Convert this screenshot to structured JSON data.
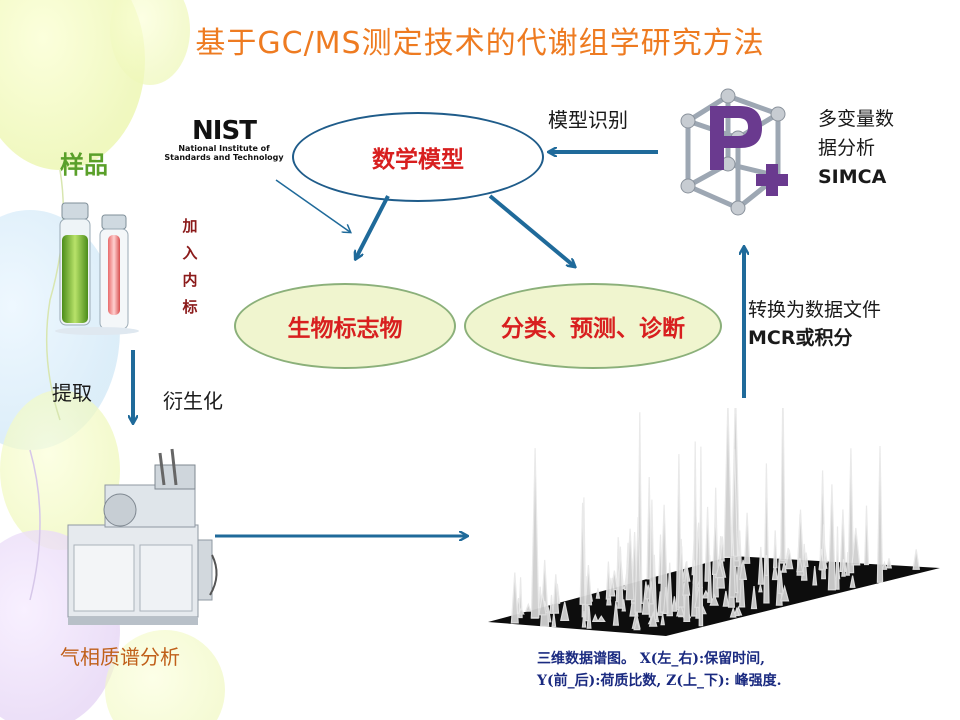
{
  "title": "基于GC/MS测定技术的代谢组学研究方法",
  "sample_label": "样品",
  "internal_standard": [
    "加",
    "入",
    "内",
    "标"
  ],
  "nist": {
    "logo": "NIST",
    "line1": "National Institute of",
    "line2": "Standards and Technology"
  },
  "extract_label": "提取",
  "derivatize_label": "衍生化",
  "gcms_label": "气相质谱分析",
  "model_oval": "数学模型",
  "biomarker_oval": "生物标志物",
  "classify_oval": "分类、预测、诊断",
  "pattern_label": "模型识别",
  "simca_lines": [
    "多变量数",
    "据分析",
    "SIMCA"
  ],
  "convert_lines": [
    "转换为数据文件",
    "MCR或积分"
  ],
  "caption_lines": [
    "三维数据谱图。 X(左_右):保留时间,",
    "Y(前_后):荷质比数, Z(上_下): 峰强度."
  ],
  "colors": {
    "title": "#ee7b21",
    "arrow": "#1f6a9a",
    "oval_text": "#d81f1f",
    "oval_fill": "#f0f5cf",
    "sample": "#5aa02a",
    "caption": "#1a2a80"
  },
  "icons": [
    "balloon-decoration",
    "vials-image",
    "gcms-instrument-image",
    "simca-logo",
    "spectrum-3d-image"
  ]
}
